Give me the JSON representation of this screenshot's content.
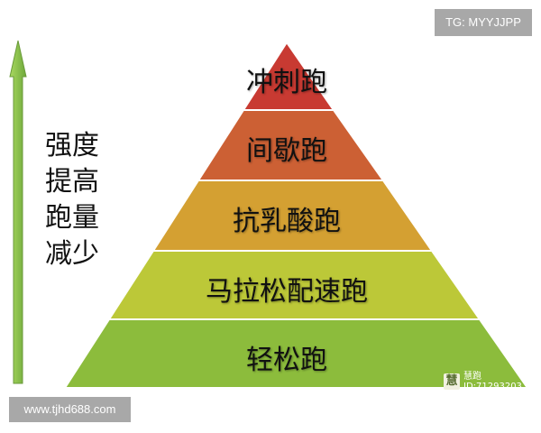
{
  "pyramid": {
    "levels": [
      {
        "label": "冲刺跑",
        "color": "#c83a32"
      },
      {
        "label": "间歇跑",
        "color": "#cc6034"
      },
      {
        "label": "抗乳酸跑",
        "color": "#d4a032"
      },
      {
        "label": "马拉松配速跑",
        "color": "#bcc838"
      },
      {
        "label": "轻松跑",
        "color": "#8cbc3c"
      }
    ]
  },
  "side_text": [
    "强度",
    "提高",
    "跑量",
    "减少"
  ],
  "arrow_color": "#8cc84a",
  "watermarks": {
    "tg": "TG: MYYJJPP",
    "url": "www.tjhd688.com",
    "brand": "慧跑",
    "id": "ID:71293203"
  }
}
